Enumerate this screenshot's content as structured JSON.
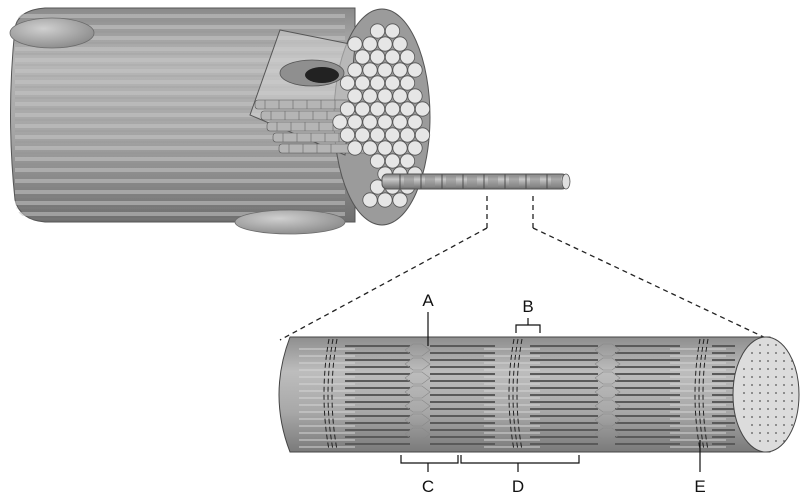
{
  "labels": {
    "a": "A",
    "b": "B",
    "c": "C",
    "d": "D",
    "e": "E"
  },
  "colors": {
    "fiber_body": "#a9a9a9",
    "fiber_band_light": "#c4c4c4",
    "fiber_band_dark": "#8d8d8d",
    "myofibril_end": "#e6e6e6",
    "nucleus": "#9a9a9a",
    "leader_line": "#222222"
  }
}
